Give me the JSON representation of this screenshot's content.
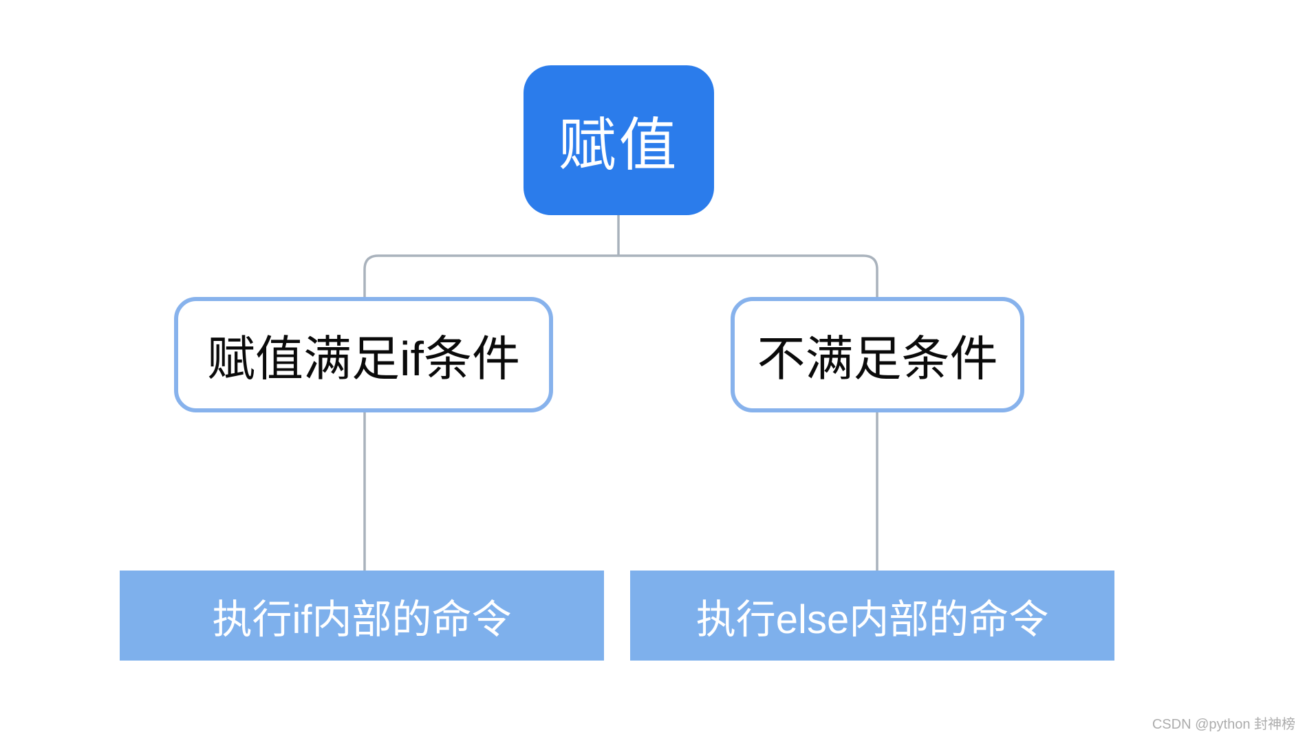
{
  "diagram": {
    "root": {
      "label": "赋值"
    },
    "branches": [
      {
        "condition": "赋值满足if条件",
        "action": "执行if内部的命令"
      },
      {
        "condition": "不满足条件",
        "action": "执行else内部的命令"
      }
    ]
  },
  "watermark": "CSDN @python 封神榜",
  "colors": {
    "background": "#FFFFFF",
    "root_fill": "#2B7CEB",
    "root_text": "#FFFFFF",
    "branch_fill": "#FFFFFF",
    "branch_border": "#87B2EC",
    "branch_text": "#0A0A0A",
    "action_fill": "#7EB0EC",
    "action_text": "#FFFFFF",
    "connector": "#A9B2BC",
    "watermark_text": "#ACACAC"
  }
}
